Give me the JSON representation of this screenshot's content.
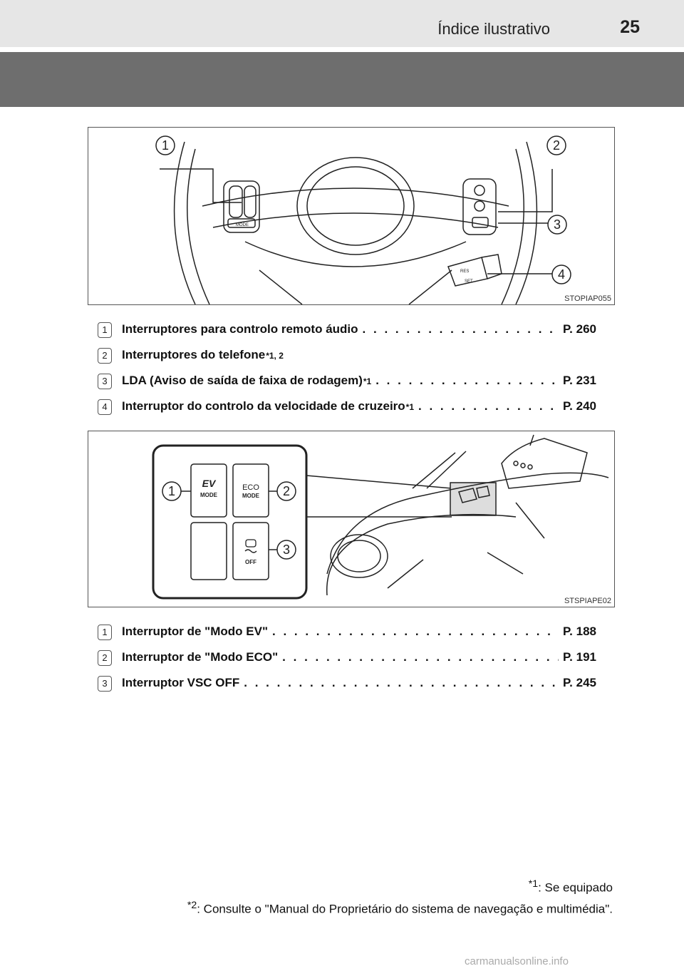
{
  "header": {
    "section": "Índice ilustrativo",
    "page": "25"
  },
  "figure1": {
    "code": "STOPIAP055",
    "callouts": [
      "1",
      "2",
      "3",
      "4"
    ]
  },
  "list1": [
    {
      "num": "1",
      "text": "Interruptores para controlo remoto áudio",
      "sup": "",
      "ref": "P. 260"
    },
    {
      "num": "2",
      "text": "Interruptores do telefone",
      "sup": "*1, 2",
      "ref": ""
    },
    {
      "num": "3",
      "text": "LDA (Aviso de saída de faixa de rodagem)",
      "sup": "*1",
      "ref": "P. 231"
    },
    {
      "num": "4",
      "text": "Interruptor do controlo da velocidade de cruzeiro",
      "sup": "*1",
      "ref": "P. 240"
    }
  ],
  "figure2": {
    "code": "STSPIAPE02",
    "callouts": [
      "1",
      "2",
      "3"
    ],
    "buttons": {
      "ev": "EV",
      "ev_sub": "MODE",
      "eco": "ECO",
      "eco_sub": "MODE",
      "off": "OFF"
    },
    "wheel_labels": {
      "mode": "MODE",
      "res": "RES",
      "set": "SET"
    }
  },
  "list2": [
    {
      "num": "1",
      "text": "Interruptor de \"Modo EV\"",
      "ref": "P. 188"
    },
    {
      "num": "2",
      "text": "Interruptor de \"Modo ECO\"",
      "ref": "P. 191"
    },
    {
      "num": "3",
      "text": "Interruptor VSC OFF",
      "ref": "P. 245"
    }
  ],
  "footnotes": {
    "n1": {
      "mark": "*1",
      "text": ": Se equipado"
    },
    "n2": {
      "mark": "*2",
      "text": ": Consulte o \"Manual do Proprietário do sistema de navegação e multimédia\"."
    }
  },
  "watermark": "carmanualsonline.info"
}
